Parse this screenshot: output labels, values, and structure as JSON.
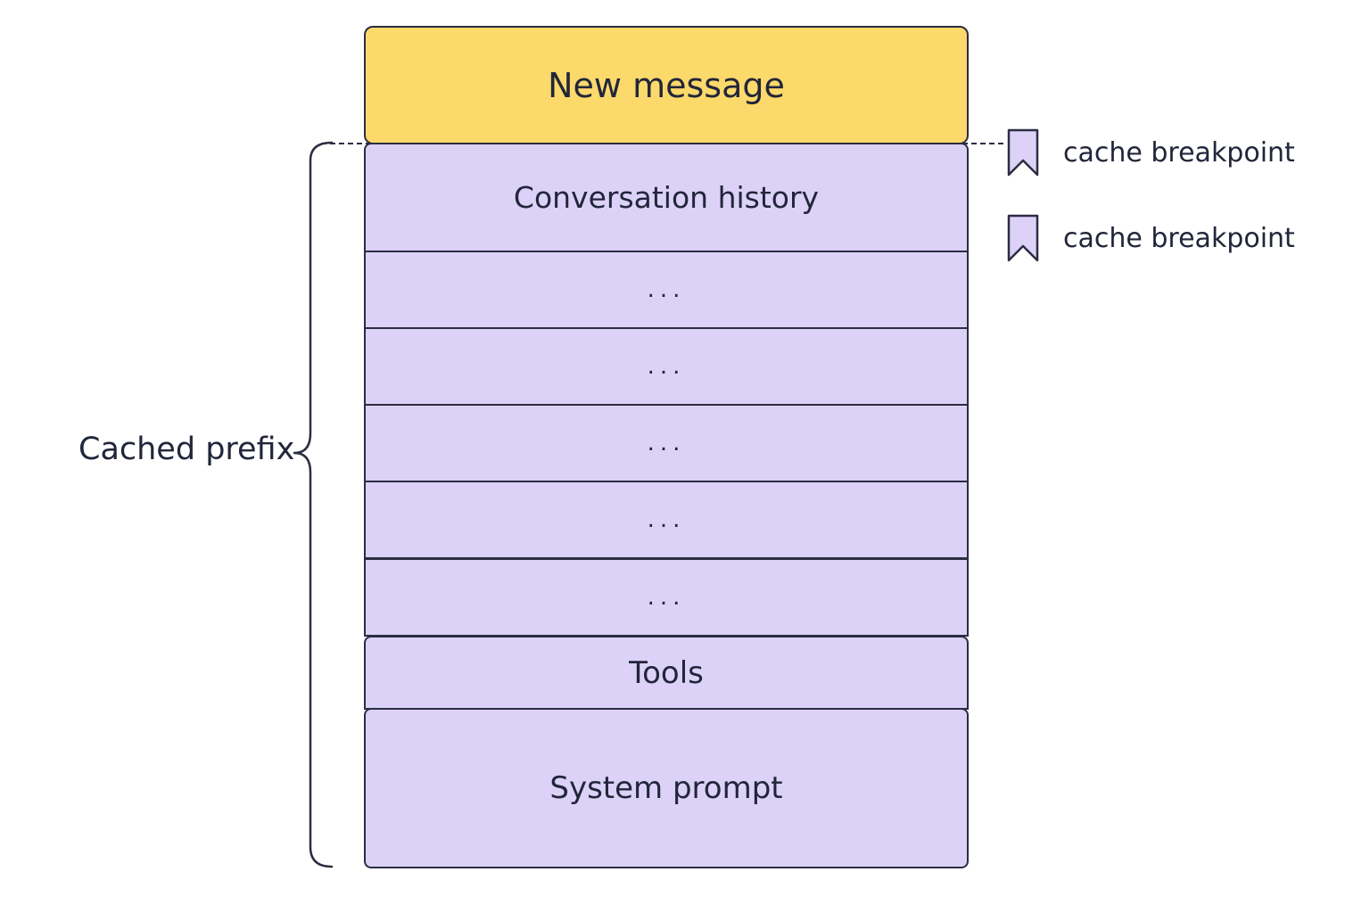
{
  "diagram": {
    "new_message": "New message",
    "history": "Conversation history",
    "ellipsis_rows": [
      "...",
      "...",
      "...",
      "...",
      "..."
    ],
    "tools": "Tools",
    "system_prompt": "System prompt",
    "prefix_label": "Cached prefix",
    "legend": [
      {
        "label": "cache breakpoint",
        "icon": "bookmark-icon"
      },
      {
        "label": "cache breakpoint",
        "icon": "bookmark-icon"
      }
    ]
  },
  "colors": {
    "new_message_fill": "#fcd96b",
    "cached_fill": "#dcd2f8",
    "outline": "#2b2d42",
    "text": "#22263a"
  }
}
